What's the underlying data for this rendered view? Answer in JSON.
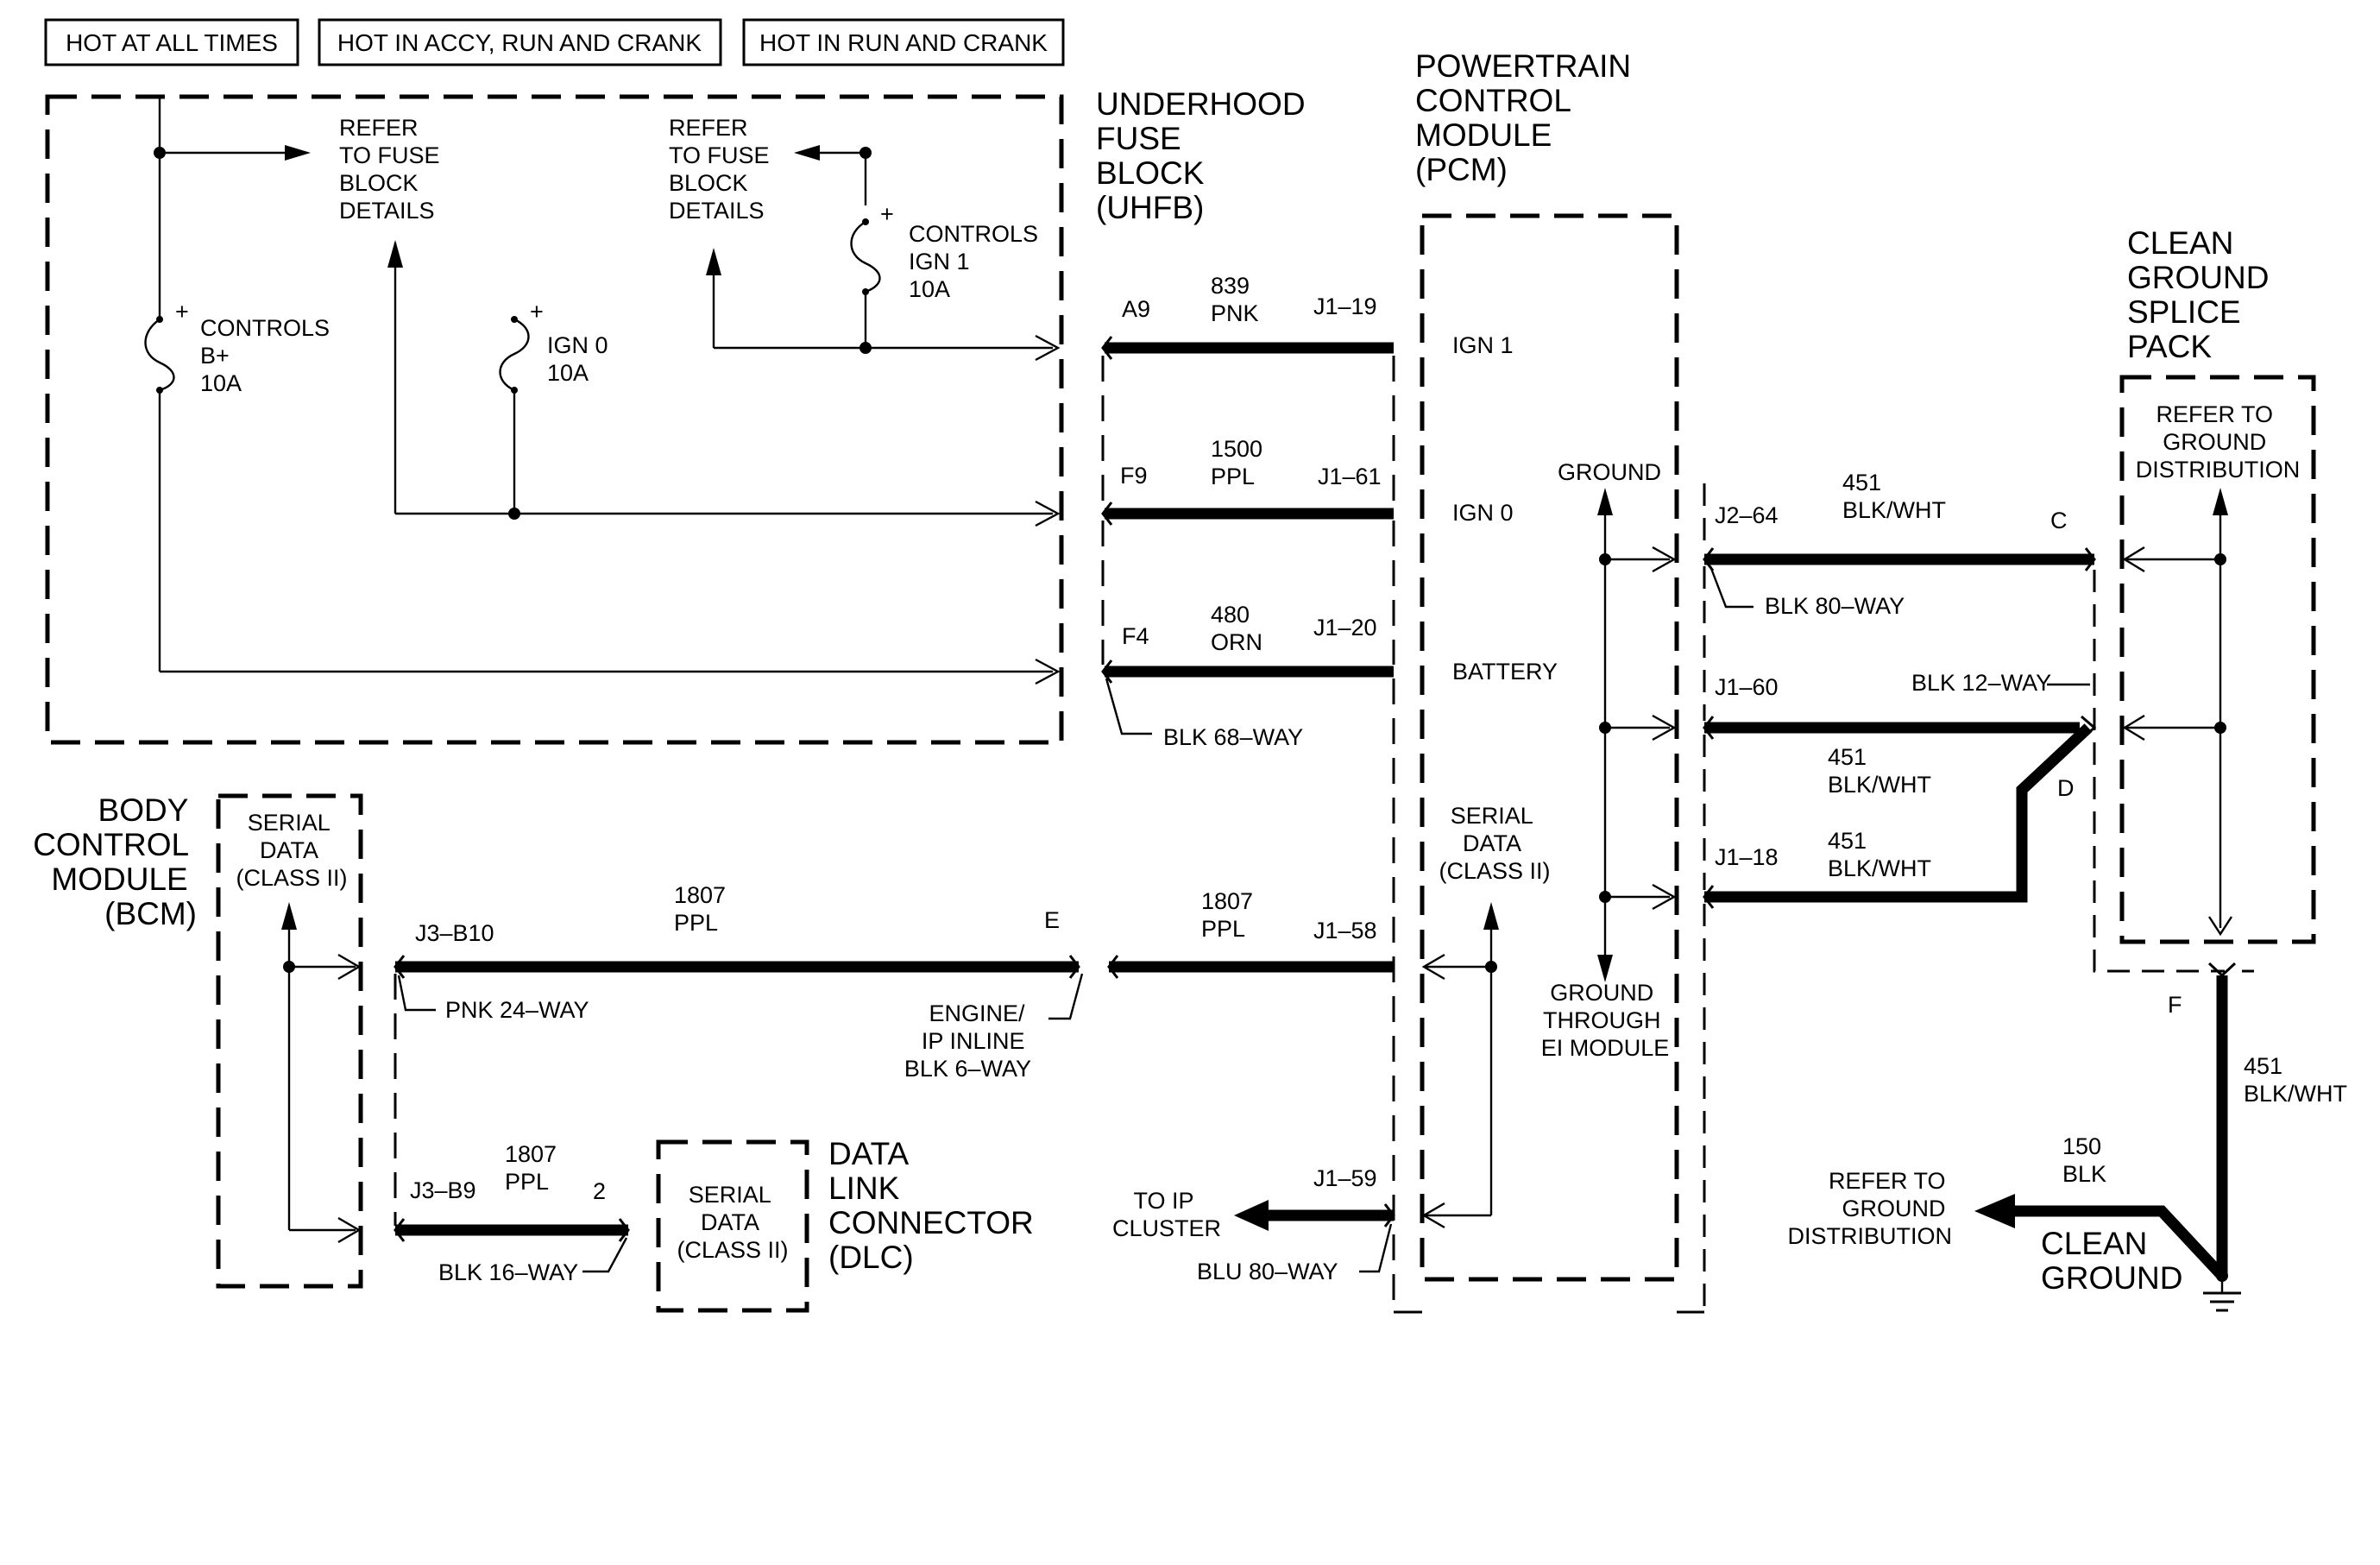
{
  "header": {
    "hot_at_all_times": "HOT AT ALL TIMES",
    "hot_accy_run_crank": "HOT IN ACCY, RUN AND CRANK",
    "hot_run_crank": "HOT IN RUN AND CRANK"
  },
  "uhfb": {
    "title": [
      "UNDERHOOD",
      "FUSE",
      "BLOCK",
      "(UHFB)"
    ],
    "refer1": [
      "REFER",
      "TO FUSE",
      "BLOCK",
      "DETAILS"
    ],
    "refer2": [
      "REFER",
      "TO FUSE",
      "BLOCK",
      "DETAILS"
    ],
    "fuse_b": [
      "CONTROLS",
      "B+",
      "10A"
    ],
    "fuse_ign0": [
      "IGN 0",
      "10A"
    ],
    "fuse_ign1": [
      "CONTROLS",
      "IGN 1",
      "10A"
    ],
    "connector": "BLK 68–WAY",
    "plus": "+"
  },
  "circuits": {
    "a9": {
      "pin": "A9",
      "num": "839",
      "color": "PNK",
      "pcm_pin": "J1–19"
    },
    "f9": {
      "pin": "F9",
      "num": "1500",
      "color": "PPL",
      "pcm_pin": "J1–61"
    },
    "f4": {
      "pin": "F4",
      "num": "480",
      "color": "ORN",
      "pcm_pin": "J1–20"
    }
  },
  "pcm": {
    "title": [
      "POWERTRAIN",
      "CONTROL",
      "MODULE",
      "(PCM)"
    ],
    "ign1": "IGN 1",
    "ign0": "IGN 0",
    "battery": "BATTERY",
    "ground": "GROUND",
    "ground_through": [
      "GROUND",
      "THROUGH",
      "EI MODULE"
    ],
    "serial": [
      "SERIAL",
      "DATA",
      "(CLASS II)"
    ],
    "j2_64": "J2–64",
    "j1_60": "J1–60",
    "j1_18": "J1–18",
    "j1_58": "J1–58",
    "j1_59": "J1–59",
    "blk80": "BLK 80–WAY",
    "blu80": "BLU 80–WAY"
  },
  "ground_wires": {
    "top": {
      "num": "451",
      "color": "BLK/WHT",
      "pin": "C"
    },
    "mid": {
      "num": "451",
      "color": "BLK/WHT",
      "pin": "D"
    },
    "low": {
      "num": "451",
      "color": "BLK/WHT"
    },
    "blk12": "BLK 12–WAY",
    "vertical": {
      "pin": "F",
      "num": "451",
      "color": "BLK/WHT"
    },
    "out": {
      "num": "150",
      "color": "BLK"
    }
  },
  "splice": {
    "title": [
      "CLEAN",
      "GROUND",
      "SPLICE",
      "PACK"
    ],
    "refer": [
      "REFER TO",
      "GROUND",
      "DISTRIBUTION"
    ]
  },
  "clean_ground": {
    "refer": [
      "REFER TO",
      "GROUND",
      "DISTRIBUTION"
    ],
    "label": [
      "CLEAN",
      "GROUND"
    ]
  },
  "bcm": {
    "title": [
      "BODY",
      "CONTROL",
      "MODULE",
      "(BCM)"
    ],
    "serial": [
      "SERIAL",
      "DATA",
      "(CLASS II)"
    ],
    "j3_b10": "J3–B10",
    "j3_b9": "J3–B9",
    "pnk24": "PNK 24–WAY",
    "blk16": "BLK 16–WAY",
    "wire1": {
      "num": "1807",
      "color": "PPL",
      "pin": "E"
    },
    "wire2": {
      "num": "1807",
      "color": "PPL"
    },
    "wire3": {
      "num": "1807",
      "color": "PPL",
      "pin": "2"
    }
  },
  "inline": [
    "ENGINE/",
    "IP INLINE",
    "BLK 6–WAY"
  ],
  "dlc": {
    "title": [
      "DATA",
      "LINK",
      "CONNECTOR",
      "(DLC)"
    ],
    "serial": [
      "SERIAL",
      "DATA",
      "(CLASS II)"
    ]
  },
  "ip_cluster": [
    "TO IP",
    "CLUSTER"
  ]
}
